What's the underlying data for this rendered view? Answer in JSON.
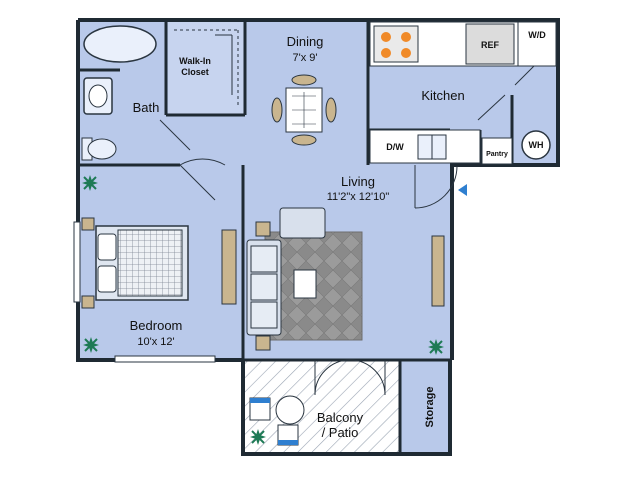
{
  "rooms": {
    "dining": {
      "name": "Dining",
      "size": "7'x 9'"
    },
    "kitchen": {
      "name": "Kitchen"
    },
    "walkin": {
      "line1": "Walk-In",
      "line2": "Closet"
    },
    "bath": {
      "name": "Bath"
    },
    "living": {
      "name": "Living",
      "size": "11'2\"x 12'10\""
    },
    "bedroom": {
      "name": "Bedroom",
      "size": "10'x 12'"
    },
    "balcony": {
      "line1": "Balcony",
      "line2": "/ Patio"
    },
    "storage": {
      "name": "Storage"
    }
  },
  "appliances": {
    "ref": "REF",
    "wd": "W/D",
    "dw": "D/W",
    "pantry": "Pantry",
    "wh": "WH"
  },
  "colors": {
    "floor": "#b9c9ea",
    "floor_light": "#c7d4ef",
    "wall": "#1f2a33",
    "balcony_hatch": "#9aa4b3",
    "rug": "#8c8c8c",
    "plant": "#1e7a55",
    "marker": "#2f7fd0"
  }
}
